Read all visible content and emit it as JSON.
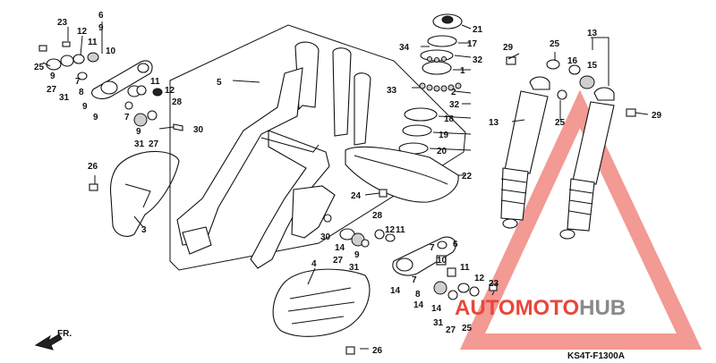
{
  "diagram": {
    "code": "KS4T-F1300A",
    "direction_label": "FR.",
    "callouts": [
      "23",
      "12",
      "6",
      "9",
      "11",
      "10",
      "25",
      "9",
      "27",
      "31",
      "8",
      "9",
      "7",
      "9",
      "11",
      "12",
      "28",
      "7",
      "9",
      "31",
      "27",
      "30",
      "5",
      "26",
      "3",
      "34",
      "21",
      "17",
      "32",
      "1",
      "33",
      "2",
      "32",
      "18",
      "19",
      "20",
      "22",
      "24",
      "29",
      "25",
      "13",
      "16",
      "15",
      "13",
      "25",
      "29",
      "30",
      "14",
      "27",
      "31",
      "9",
      "28",
      "12",
      "11",
      "6",
      "14",
      "7",
      "8",
      "10",
      "11",
      "12",
      "23",
      "14",
      "14",
      "31",
      "27",
      "25",
      "7",
      "4",
      "26"
    ]
  },
  "watermark": {
    "text_part1": "AUTO",
    "text_part2": "MOTO",
    "text_part3": "HUB",
    "color_red": "#e8473b",
    "color_grey": "#8a8a8a"
  }
}
